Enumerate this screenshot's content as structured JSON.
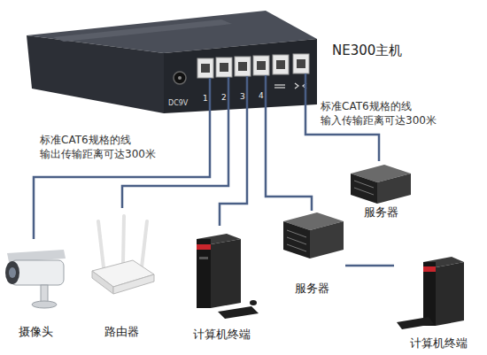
{
  "diagram": {
    "nodes": [
      {
        "text": [
          "NE300主机"
        ]
      },
      {
        "text": [
          "摄像头"
        ]
      },
      {
        "text": [
          "路由器"
        ]
      },
      {
        "text": [
          "计算机终端"
        ]
      },
      {
        "text": [
          "服务器"
        ]
      },
      {
        "text": [
          "服务器"
        ]
      },
      {
        "text": [
          "计算机终端"
        ]
      }
    ],
    "edges": [
      {
        "from": 0,
        "to": 1,
        "arrow": "none"
      },
      {
        "from": 0,
        "to": 2,
        "arrow": "none"
      },
      {
        "from": 0,
        "to": 3,
        "arrow": "none"
      },
      {
        "from": 0,
        "to": 4,
        "arrow": "none"
      },
      {
        "from": 0,
        "to": 5,
        "arrow": "none"
      },
      {
        "from": 4,
        "to": 6,
        "arrow": "none"
      }
    ],
    "labels": [
      "DC9V",
      "1",
      "2",
      "3",
      "4",
      "标准CAT6规格的线 输入传输距离可达300米",
      "标准CAT6规格的线 输出传输距离可达300米"
    ]
  }
}
